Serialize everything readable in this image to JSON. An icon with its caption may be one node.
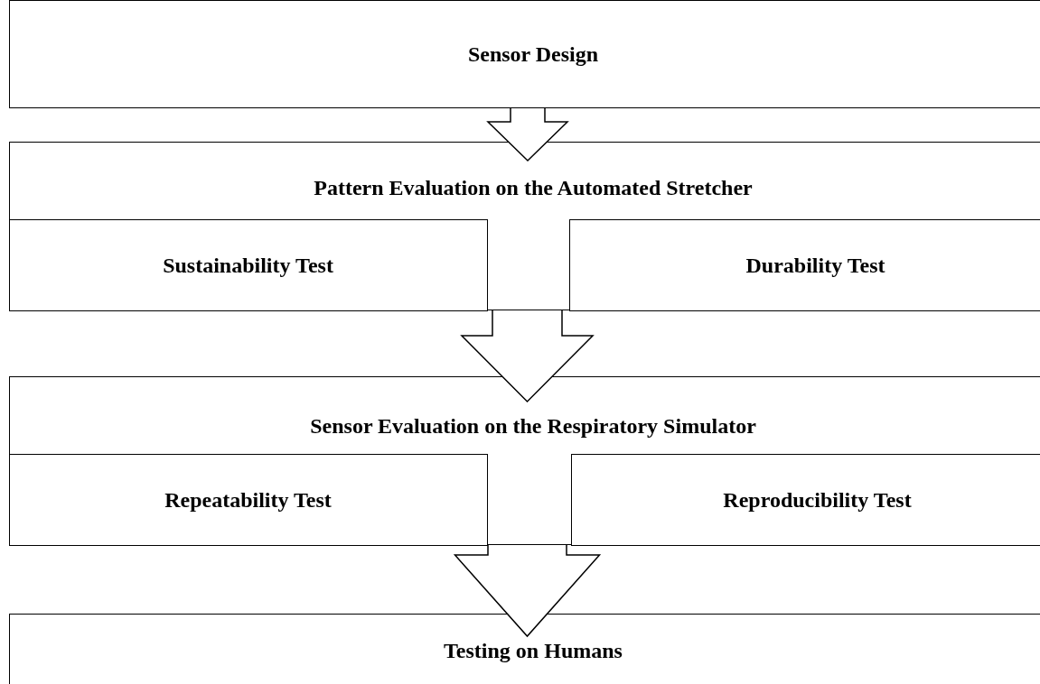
{
  "diagram": {
    "nodes": [
      {
        "text": [
          "Sensor Design"
        ]
      },
      {
        "text": [
          "Pattern Evaluation on the Automated Stretcher"
        ]
      },
      {
        "text": [
          "Sustainability Test"
        ],
        "in": 1
      },
      {
        "text": [
          "Durability Test"
        ],
        "in": 1
      },
      {
        "text": [
          "Sensor Evaluation on the Respiratory Simulator"
        ]
      },
      {
        "text": [
          "Repeatability Test"
        ],
        "in": 4
      },
      {
        "text": [
          "Reproducibility Test"
        ],
        "in": 4
      },
      {
        "text": [
          "Testing on Humans"
        ]
      }
    ],
    "edges": [
      {
        "from": 0,
        "to": 1,
        "arrow": "to"
      },
      {
        "from": 1,
        "to": 4,
        "arrow": "to"
      },
      {
        "from": 4,
        "to": 7,
        "arrow": "to"
      }
    ]
  }
}
